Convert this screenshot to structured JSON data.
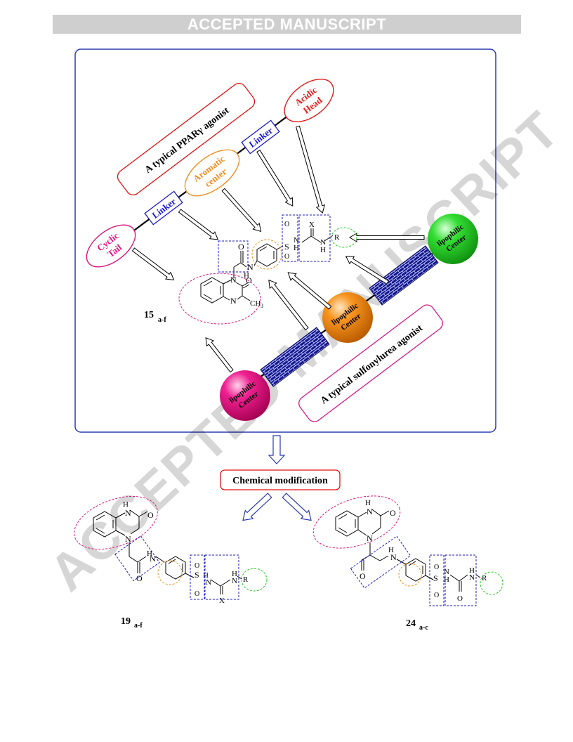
{
  "header": {
    "banner": "ACCEPTED MANUSCRIPT"
  },
  "watermark": "ACCEPTED MANUSCRIPT",
  "colors": {
    "frame": "#2b3bb0",
    "cyclic_tail": "#e0157e",
    "linker": "#1a1acc",
    "aromatic": "#f08c1e",
    "acidic": "#e01b1b",
    "lipo_green": "#22cc22",
    "lipo_orange": "#f58a1a",
    "lipo_pink": "#e8147a"
  },
  "ppar": {
    "title": "A typical PPARγ agonist",
    "cyclic_tail": [
      "Cyclic",
      "Tail"
    ],
    "linker": "Linker",
    "aromatic_center": [
      "Aromatic",
      "center"
    ],
    "acidic_head": [
      "Acidic",
      "Head"
    ]
  },
  "sulfonylurea": {
    "title": "A typical  sulfonylurea agonist",
    "lipophilic_center": [
      "lipophilic",
      "Center"
    ]
  },
  "compound_15": {
    "label": "15",
    "sub": "a-f",
    "atoms": {
      "O": "O",
      "N": "N",
      "H": "H",
      "S": "S",
      "X": "X",
      "R": "R",
      "CH3": "CH",
      "three": "3"
    }
  },
  "modification": {
    "label": "Chemical modification"
  },
  "compound_19": {
    "label": "19",
    "sub": "a-f"
  },
  "compound_24": {
    "label": "24",
    "sub": "a-c"
  }
}
